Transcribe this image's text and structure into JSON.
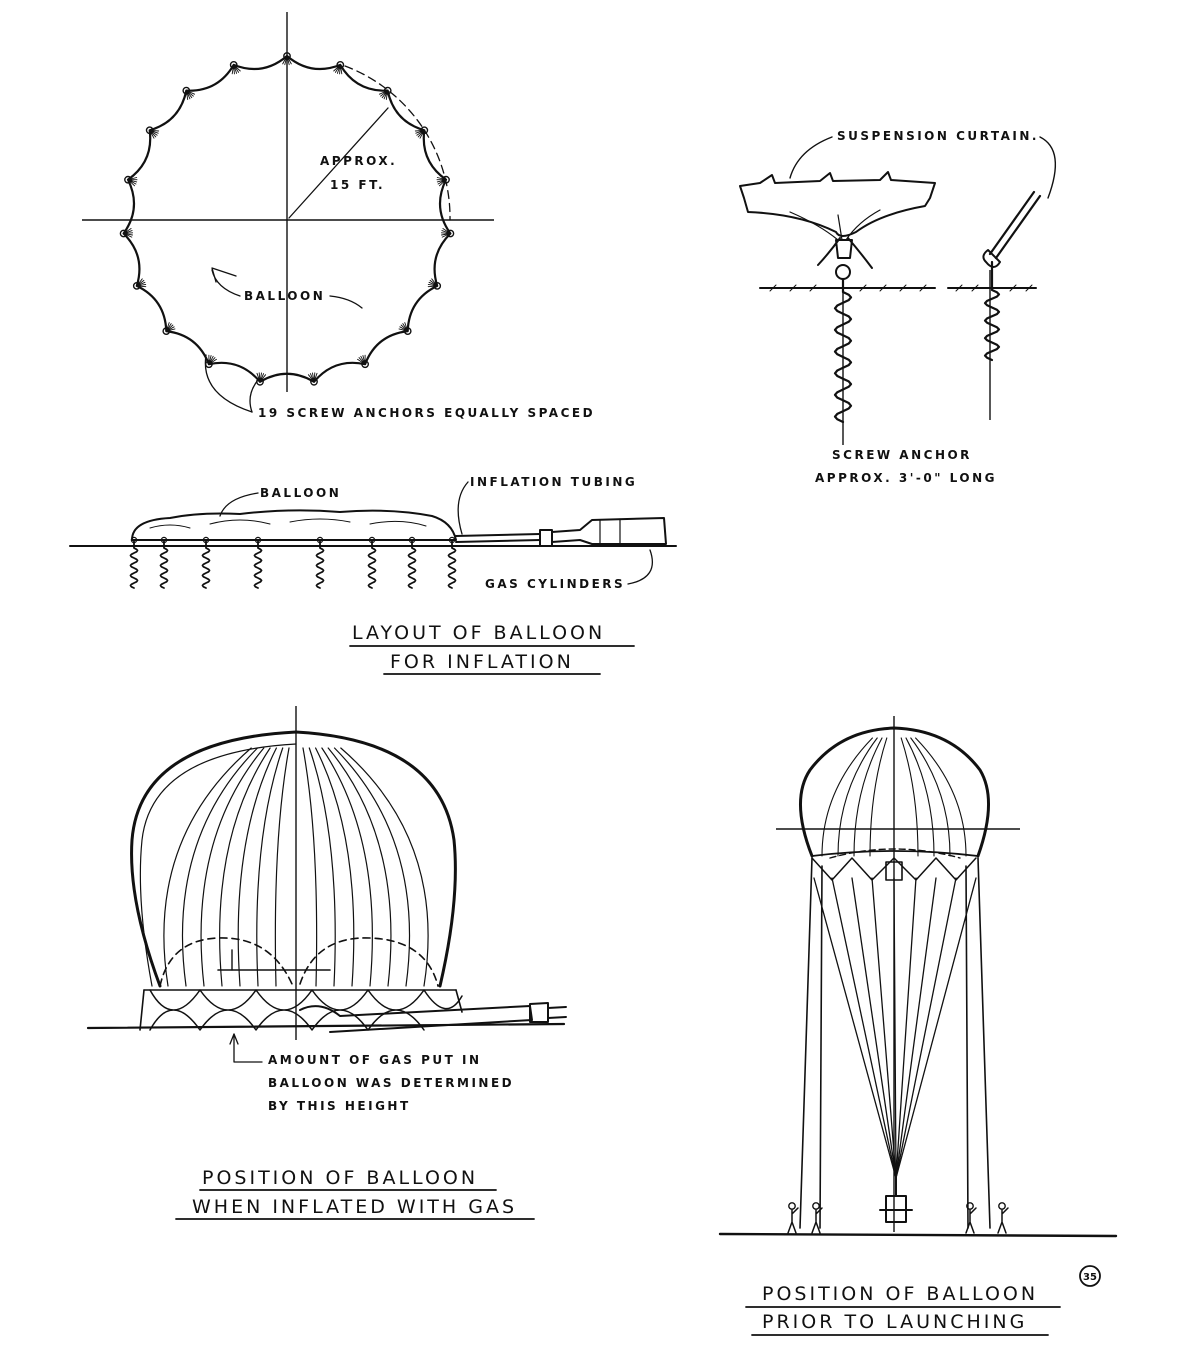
{
  "plan": {
    "approx_label_1": "APPROX.",
    "approx_label_2": "15 FT.",
    "balloon_label": "BALLOON",
    "anchors_label": "19 SCREW ANCHORS EQUALLY SPACED"
  },
  "anchor_detail": {
    "curtain_label": "SUSPENSION CURTAIN.",
    "anchor_label_1": "SCREW ANCHOR",
    "anchor_label_2": "APPROX. 3'-0\" LONG"
  },
  "layout": {
    "balloon_label": "BALLOON",
    "tubing_label": "INFLATION TUBING",
    "cylinders_label": "GAS CYLINDERS",
    "title_1": "LAYOUT OF BALLOON",
    "title_2": "FOR INFLATION"
  },
  "inflated": {
    "note_1": "AMOUNT OF GAS PUT IN",
    "note_2": "BALLOON WAS DETERMINED",
    "note_3": "BY THIS HEIGHT",
    "title_1": "POSITION OF BALLOON",
    "title_2": "WHEN INFLATED WITH GAS"
  },
  "launch": {
    "title_1": "POSITION OF BALLOON",
    "title_2": "PRIOR TO LAUNCHING"
  },
  "page_mark": "35"
}
